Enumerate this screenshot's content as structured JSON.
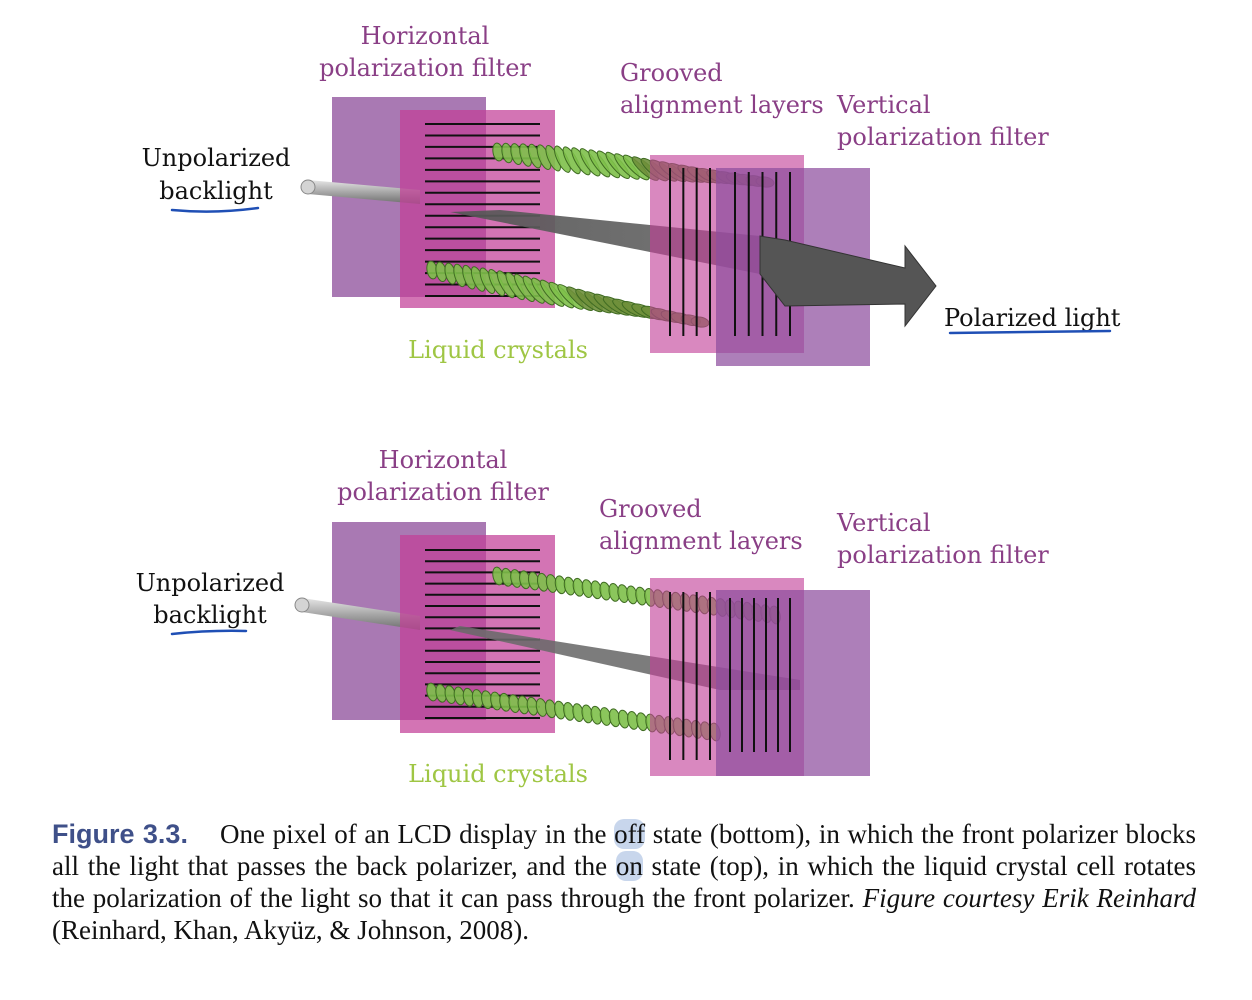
{
  "colors": {
    "label_purple": "#8a3f86",
    "label_green": "#9fc644",
    "caption_label": "#3f5089",
    "annotation_ink": "#1f4fb5"
  },
  "top_panel": {
    "backlight_label_line1": "Unpolarized",
    "backlight_label_line2": "backlight",
    "horizontal_filter_line1": "Horizontal",
    "horizontal_filter_line2": "polarization filter",
    "grooved_line1": "Grooved",
    "grooved_line2": "alignment layers",
    "vertical_filter_line1": "Vertical",
    "vertical_filter_line2": "polarization filter",
    "liquid_crystals": "Liquid crystals",
    "output_label": "Polarized light"
  },
  "bottom_panel": {
    "backlight_label_line1": "Unpolarized",
    "backlight_label_line2": "backlight",
    "horizontal_filter_line1": "Horizontal",
    "horizontal_filter_line2": "polarization filter",
    "grooved_line1": "Grooved",
    "grooved_line2": "alignment layers",
    "vertical_filter_line1": "Vertical",
    "vertical_filter_line2": "polarization filter",
    "liquid_crystals": "Liquid crystals"
  },
  "caption": {
    "label": "Figure 3.3.",
    "text_1": "One pixel of an LCD display in the ",
    "off": "off",
    "text_2": " state (bottom), in which the front polarizer blocks all the light that passes the back polarizer, and the ",
    "on": "on",
    "text_3": " state (top), in which the liquid crystal cell rotates the polarization of the light so that it can pass through the front polarizer. ",
    "credit": "Figure courtesy Erik Reinhard",
    "citation": " (Reinhard, Khan, Akyüz, & Johnson, 2008)."
  }
}
